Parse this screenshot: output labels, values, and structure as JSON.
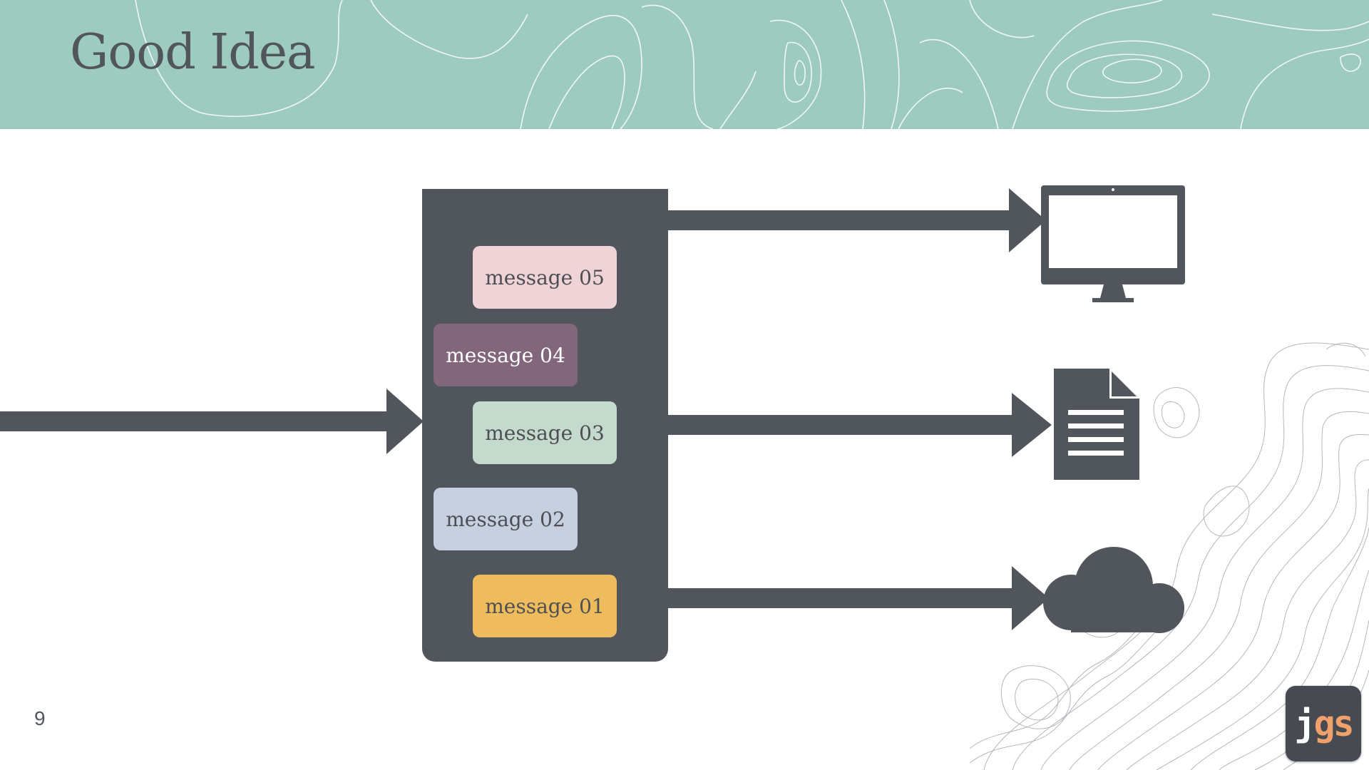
{
  "slide": {
    "title": "Good Idea",
    "page_number": "9"
  },
  "queue": {
    "messages": [
      {
        "label": "message 05",
        "color": "#efd3d6"
      },
      {
        "label": "message 04",
        "color": "#82677c"
      },
      {
        "label": "message 03",
        "color": "#c4dacd"
      },
      {
        "label": "message 02",
        "color": "#c6d0e0"
      },
      {
        "label": "message 01",
        "color": "#eebc5c"
      }
    ]
  },
  "consumers": [
    "monitor-icon",
    "document-icon",
    "cloud-icon"
  ],
  "logo": {
    "j": "j",
    "gs": "gs"
  },
  "colors": {
    "banner": "#9dcbc0",
    "dark": "#51565d",
    "logo_accent": "#f0a06a"
  }
}
